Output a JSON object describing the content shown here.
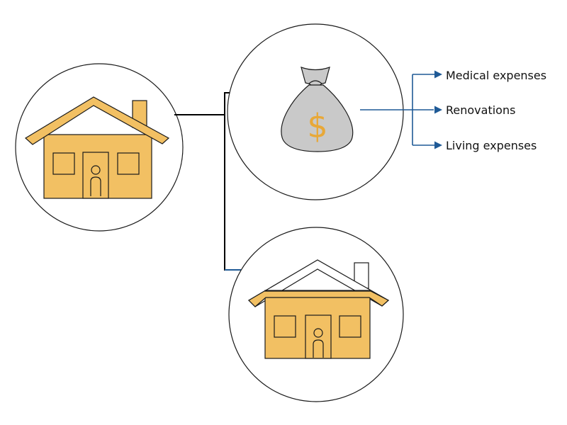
{
  "colors": {
    "house_fill": "#F2C063",
    "outline": "#1A1A1A",
    "bag_fill": "#C9C9C9",
    "dollar": "#E8A838",
    "black_arrow": "#000000",
    "blue_arrow": "#1F5A96",
    "circle_stroke": "#1A1A1A"
  },
  "icons": {
    "original_home": "house-icon",
    "money": "money-bag-icon",
    "retained_home": "house-partial-equity-icon"
  },
  "money_bag": {
    "symbol": "$"
  },
  "uses": [
    {
      "label": "Medical expenses"
    },
    {
      "label": "Renovations"
    },
    {
      "label": "Living expenses"
    }
  ]
}
